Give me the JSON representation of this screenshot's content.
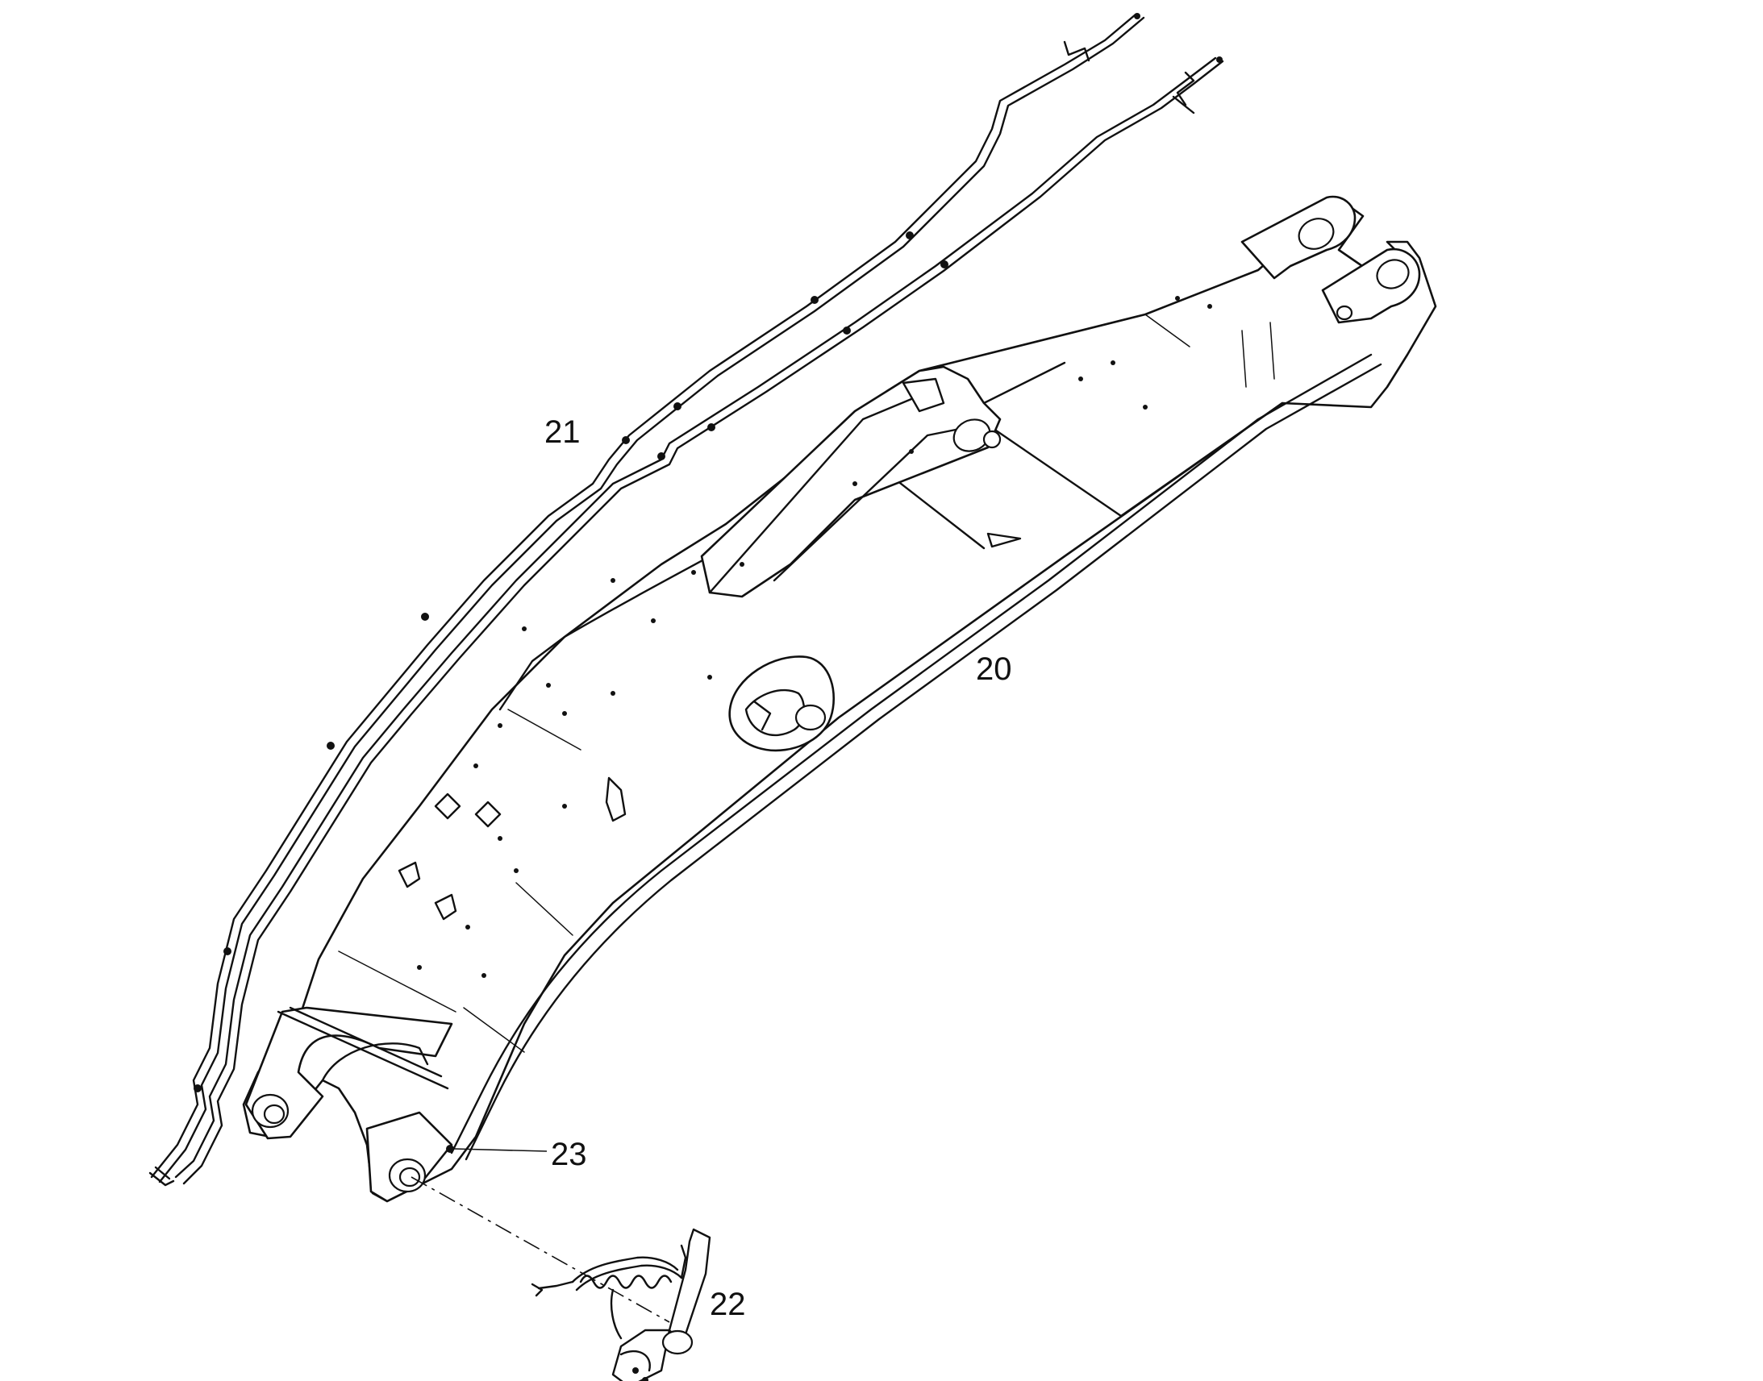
{
  "callouts": {
    "boom": "20",
    "hydraulic_lines": "21",
    "sensor_assembly": "22",
    "grease_fitting": "23"
  }
}
